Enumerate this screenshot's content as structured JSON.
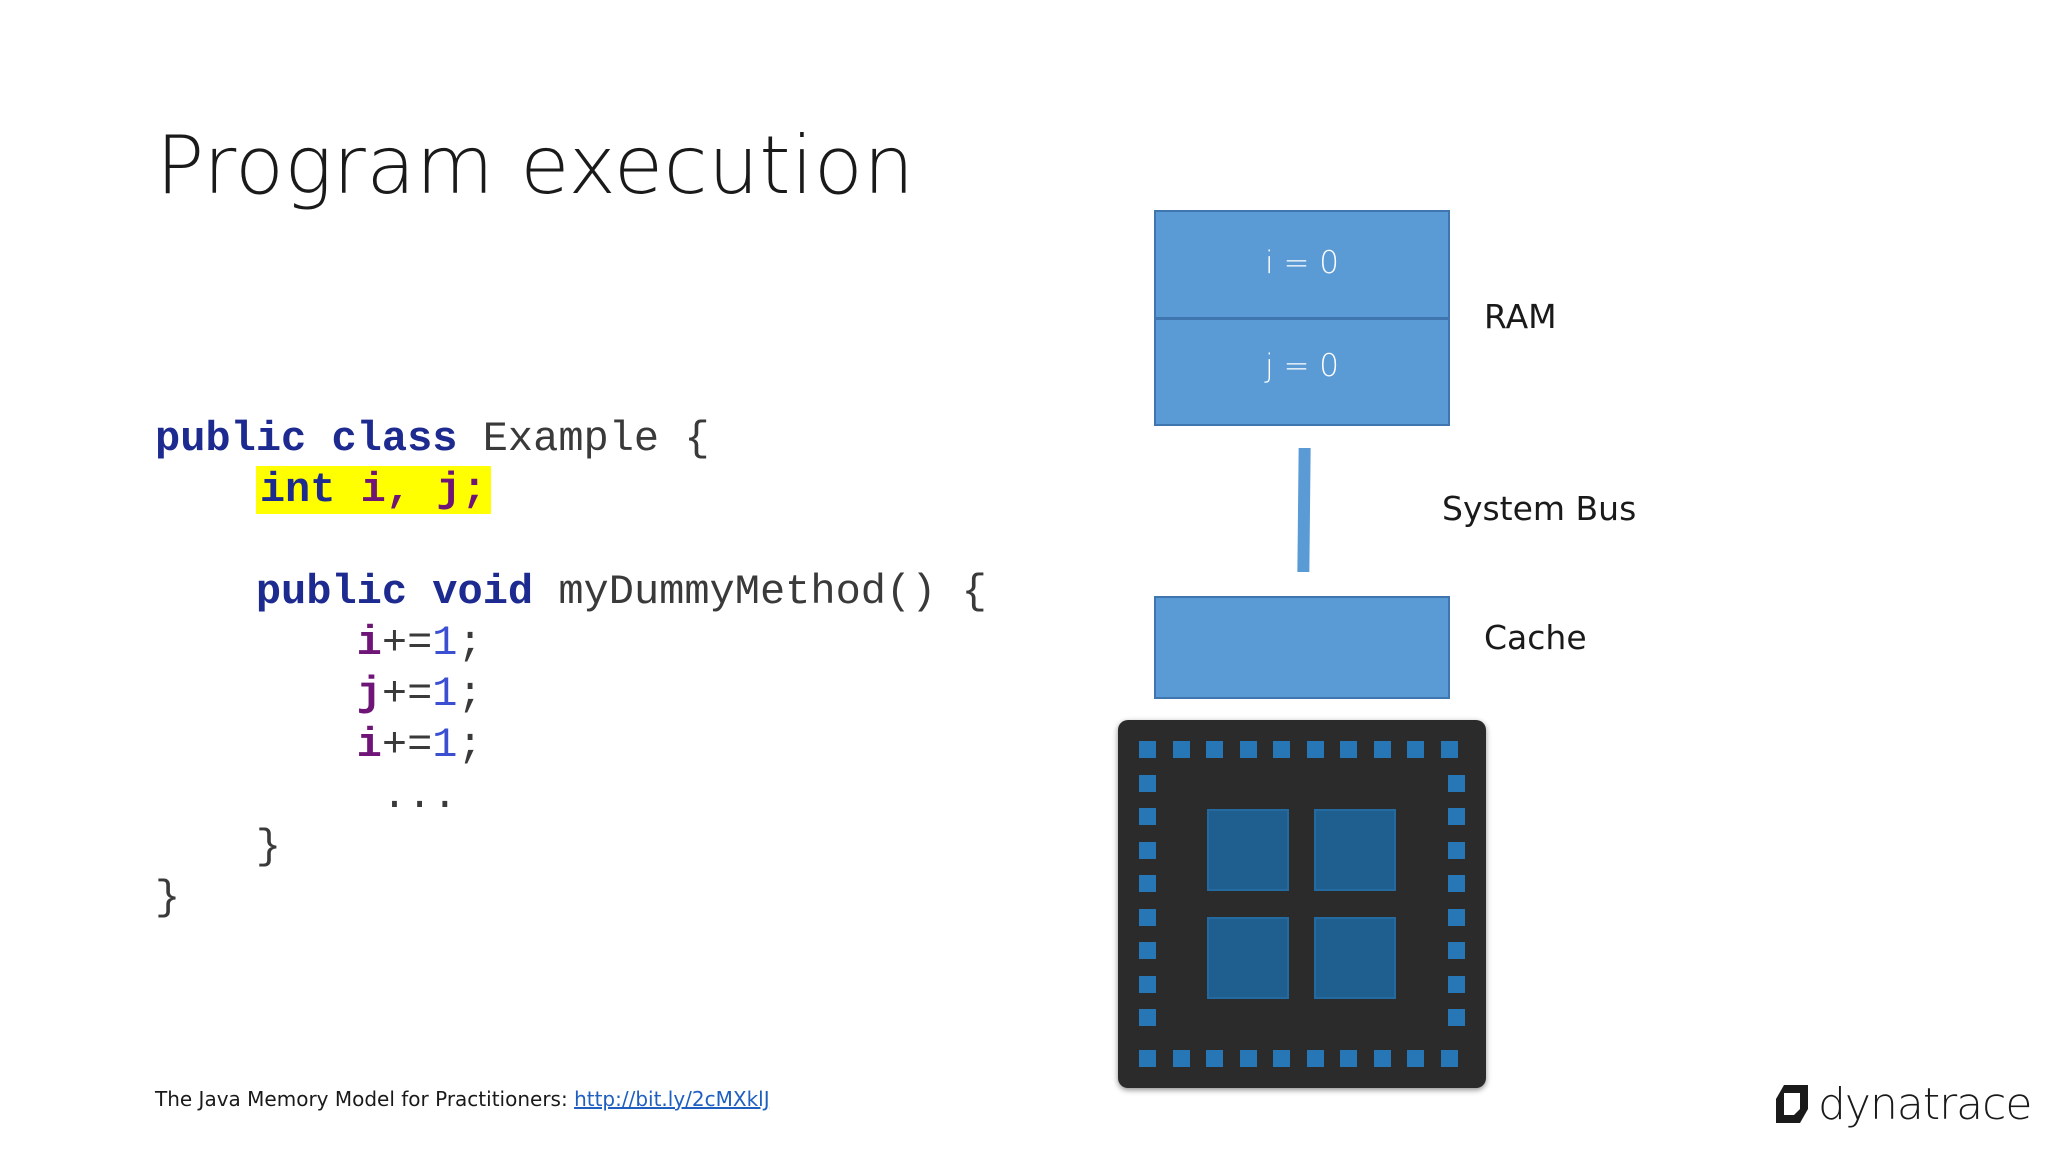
{
  "slide": {
    "title": "Program execution",
    "footer": {
      "text": "The Java Memory Model for Practitioners: ",
      "link_text": "http://bit.ly/2cMXklJ"
    },
    "logo_text": "dynatrace"
  },
  "code": {
    "l1": {
      "kw1": "public",
      "kw2": "class",
      "name": "Example",
      "brace": "{"
    },
    "l2": {
      "kw": "int",
      "rest": "i, j;"
    },
    "l3": {
      "kw1": "public",
      "kw2": "void",
      "name": "myDummyMethod()",
      "brace": "{"
    },
    "l4": {
      "var": "i",
      "op": "+=",
      "num": "1",
      "semi": ";"
    },
    "l5": {
      "var": "j",
      "op": "+=",
      "num": "1",
      "semi": ";"
    },
    "l6": {
      "var": "i",
      "op": "+=",
      "num": "1",
      "semi": ";"
    },
    "l7": {
      "text": "..."
    },
    "l8": {
      "text": "}"
    },
    "l9": {
      "text": "}"
    }
  },
  "diagram": {
    "ram_label": "RAM",
    "ram_cells": [
      "i = 0",
      "j = 0"
    ],
    "bus_label": "System Bus",
    "cache_label": "Cache"
  },
  "colors": {
    "memory_block": "#5b9bd5",
    "keyword": "#1d2a8f",
    "variable": "#6f1577",
    "number": "#3a4fd1",
    "highlight": "#ffff00",
    "cpu_body": "#2b2b2b",
    "cpu_pin": "#2776b6"
  },
  "icons": {
    "cpu": "cpu-chip-icon",
    "logo": "dynatrace-logo-icon"
  }
}
